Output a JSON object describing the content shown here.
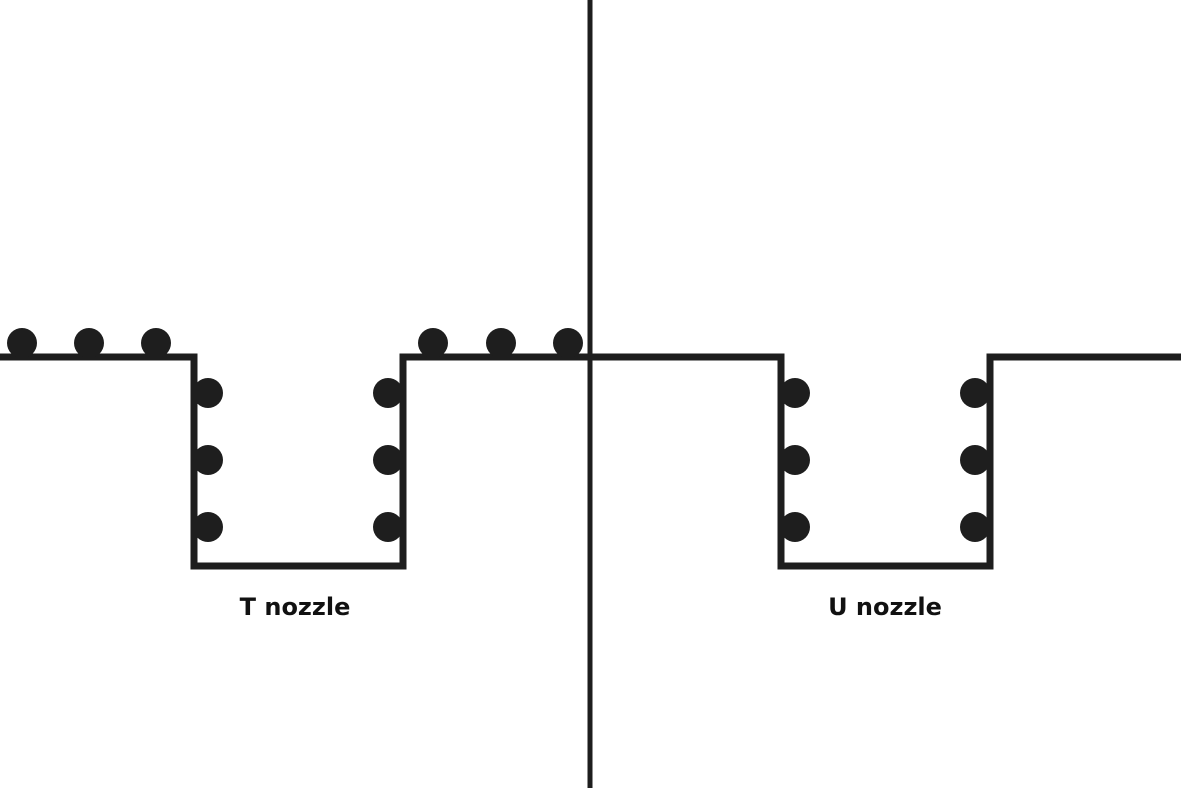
{
  "panels": [
    {
      "caption": "T nozzle",
      "dot_placement": "top surfaces and inner side walls"
    },
    {
      "caption": "U nozzle",
      "dot_placement": "inner side walls only"
    }
  ],
  "colors": {
    "line": "#1e1e1e",
    "background": "#ffffff"
  }
}
